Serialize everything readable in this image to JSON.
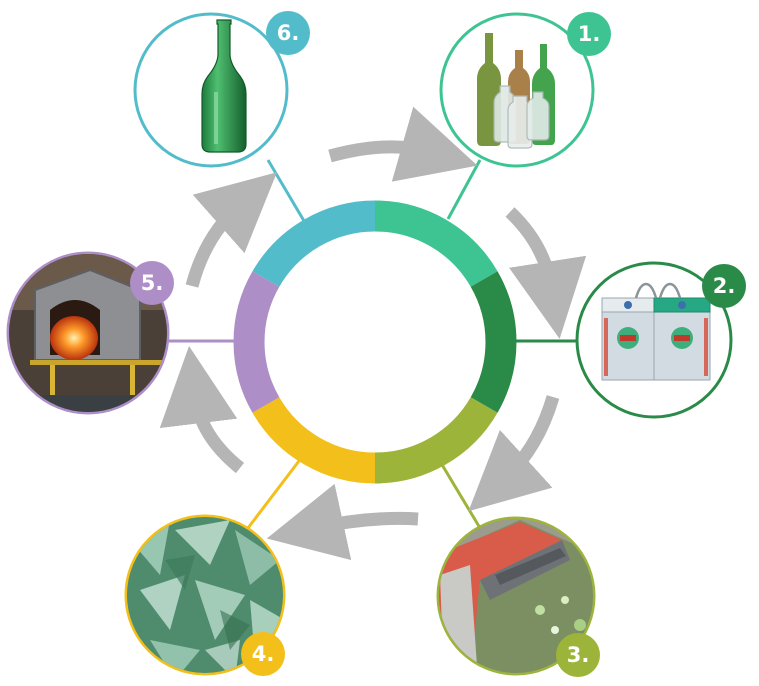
{
  "colors": {
    "step1": "#3ec492",
    "step2": "#2a8a48",
    "step3": "#9db43a",
    "step4": "#f3bf1a",
    "step5": "#ad8ec6",
    "step6": "#53bccb",
    "arrow": "#b5b5b5",
    "background": "#ffffff"
  },
  "steps": [
    {
      "label": "1.",
      "icon": "glass-bottles-icon"
    },
    {
      "label": "2.",
      "icon": "recycling-bins-icon"
    },
    {
      "label": "3.",
      "icon": "crushing-machine-icon"
    },
    {
      "label": "4.",
      "icon": "broken-glass-cullet-icon"
    },
    {
      "label": "5.",
      "icon": "melting-furnace-icon"
    },
    {
      "label": "6.",
      "icon": "green-bottle-icon"
    }
  ]
}
